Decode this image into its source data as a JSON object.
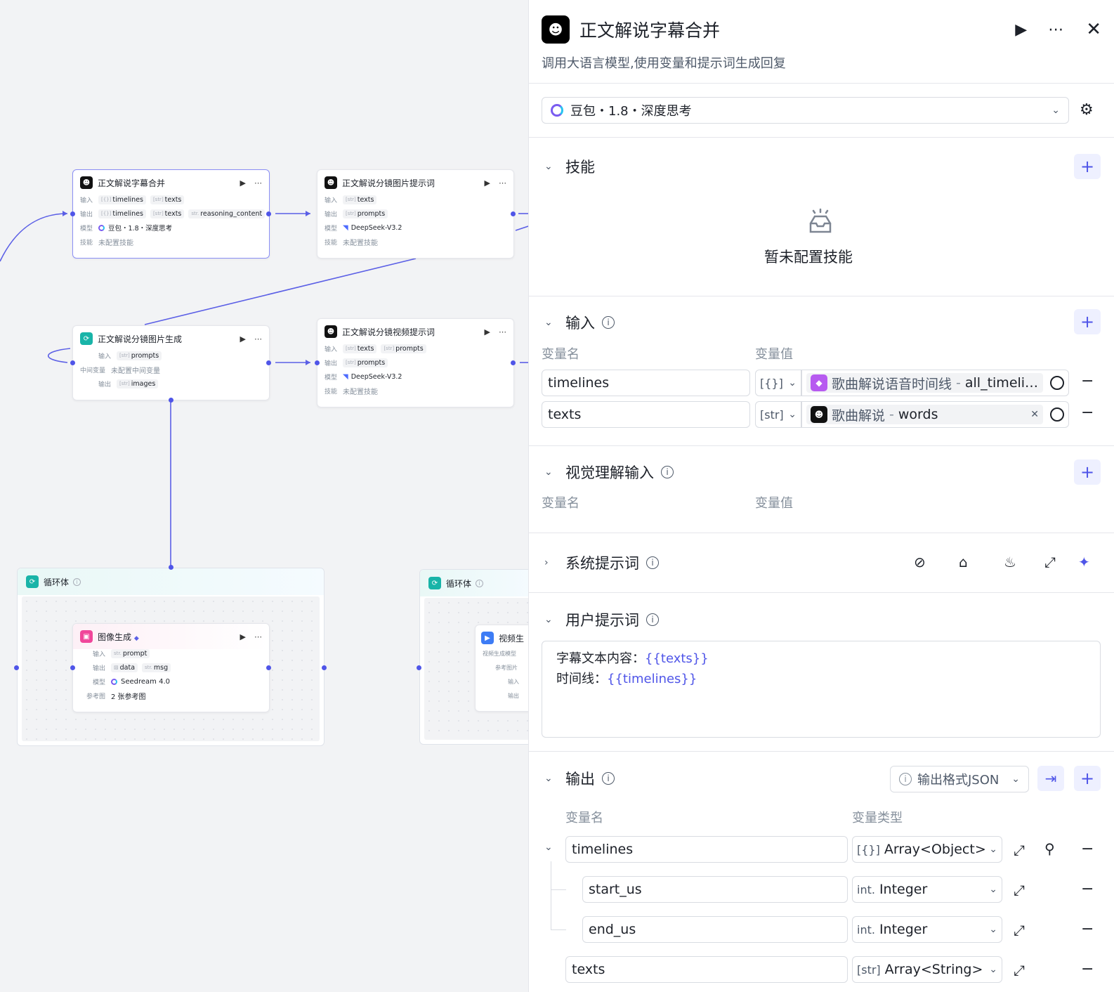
{
  "canvas": {
    "nodes": {
      "merge": {
        "title": "正文解说字幕合并",
        "label_in": "输入",
        "label_out": "输出",
        "label_model": "模型",
        "label_skill": "技能",
        "inputs": [
          {
            "type": "[{}]",
            "name": "timelines"
          },
          {
            "type": "[str]",
            "name": "texts"
          }
        ],
        "outputs": [
          {
            "type": "[{}]",
            "name": "timelines"
          },
          {
            "type": "[str]",
            "name": "texts"
          },
          {
            "type": "str.",
            "name": "reasoning_content"
          }
        ],
        "model": "豆包・1.8・深度思考",
        "skill": "未配置技能"
      },
      "img_prompt": {
        "title": "正文解说分镜图片提示词",
        "label_in": "输入",
        "label_out": "输出",
        "label_model": "模型",
        "label_skill": "技能",
        "inputs": [
          {
            "type": "[str]",
            "name": "texts"
          }
        ],
        "outputs": [
          {
            "type": "[str]",
            "name": "prompts"
          }
        ],
        "model": "DeepSeek-V3.2",
        "skill": "未配置技能"
      },
      "img_gen": {
        "title": "正文解说分镜图片生成",
        "label_in": "输入",
        "label_mid": "中间变量",
        "label_out": "输出",
        "inputs": [
          {
            "type": "[str]",
            "name": "prompts"
          }
        ],
        "mid": "未配置中间变量",
        "outputs": [
          {
            "type": "[str]",
            "name": "images"
          }
        ]
      },
      "vid_prompt": {
        "title": "正文解说分镜视频提示词",
        "label_in": "输入",
        "label_out": "输出",
        "label_model": "模型",
        "label_skill": "技能",
        "inputs": [
          {
            "type": "[str]",
            "name": "texts"
          },
          {
            "type": "[str]",
            "name": "prompts"
          }
        ],
        "outputs": [
          {
            "type": "[str]",
            "name": "prompts"
          }
        ],
        "model": "DeepSeek-V3.2",
        "skill": "未配置技能"
      },
      "loop1": {
        "title": "循环体"
      },
      "image": {
        "title": "图像生成",
        "label_in": "输入",
        "label_out": "输出",
        "label_model": "模型",
        "label_ref": "参考图",
        "inputs": [
          {
            "type": "str.",
            "name": "prompt"
          }
        ],
        "outputs": [
          {
            "type": "img",
            "name": "data"
          },
          {
            "type": "str.",
            "name": "msg"
          }
        ],
        "model": "Seedream 4.0",
        "ref": "2 张参考图"
      },
      "loop2": {
        "title": "循环体"
      },
      "video": {
        "title": "视频生",
        "label_model": "视频生成模型",
        "label_ref": "参考图片",
        "label_in": "输入",
        "label_out": "输出"
      }
    }
  },
  "panel": {
    "title": "正文解说字幕合并",
    "description": "调用大语言模型,使用变量和提示词生成回复",
    "model": "豆包・1.8・深度思考",
    "skills": {
      "title": "技能",
      "empty": "暂未配置技能"
    },
    "input": {
      "title": "输入",
      "col_name": "变量名",
      "col_value": "变量值",
      "rows": [
        {
          "name": "timelines",
          "type": "[{}]",
          "source": "歌曲解说语音时间线",
          "sep": "-",
          "var": "all_timeli…"
        },
        {
          "name": "texts",
          "type": "[str]",
          "source": "歌曲解说",
          "sep": "-",
          "var": "words"
        }
      ]
    },
    "vision": {
      "title": "视觉理解输入",
      "col_name": "变量名",
      "col_value": "变量值"
    },
    "system_prompt": {
      "title": "系统提示词"
    },
    "user_prompt": {
      "title": "用户提示词",
      "line1_label": "字幕文本内容：",
      "line1_var": "{{texts}}",
      "line2_label": "时间线：",
      "line2_var": "{{timelines}}"
    },
    "output": {
      "title": "输出",
      "format": "输出格式JSON",
      "col_name": "变量名",
      "col_type": "变量类型",
      "rows": [
        {
          "name": "timelines",
          "type_tag": "[{}]",
          "type": "Array<Object>"
        },
        {
          "name": "start_us",
          "type_tag": "int.",
          "type": "Integer"
        },
        {
          "name": "end_us",
          "type_tag": "int.",
          "type": "Integer"
        },
        {
          "name": "texts",
          "type_tag": "[str]",
          "type": "Array<String>"
        }
      ]
    }
  },
  "colors": {
    "accent": "#4f55e8",
    "accent_bg": "#eef0ff",
    "edge": "#5b5fe6"
  }
}
